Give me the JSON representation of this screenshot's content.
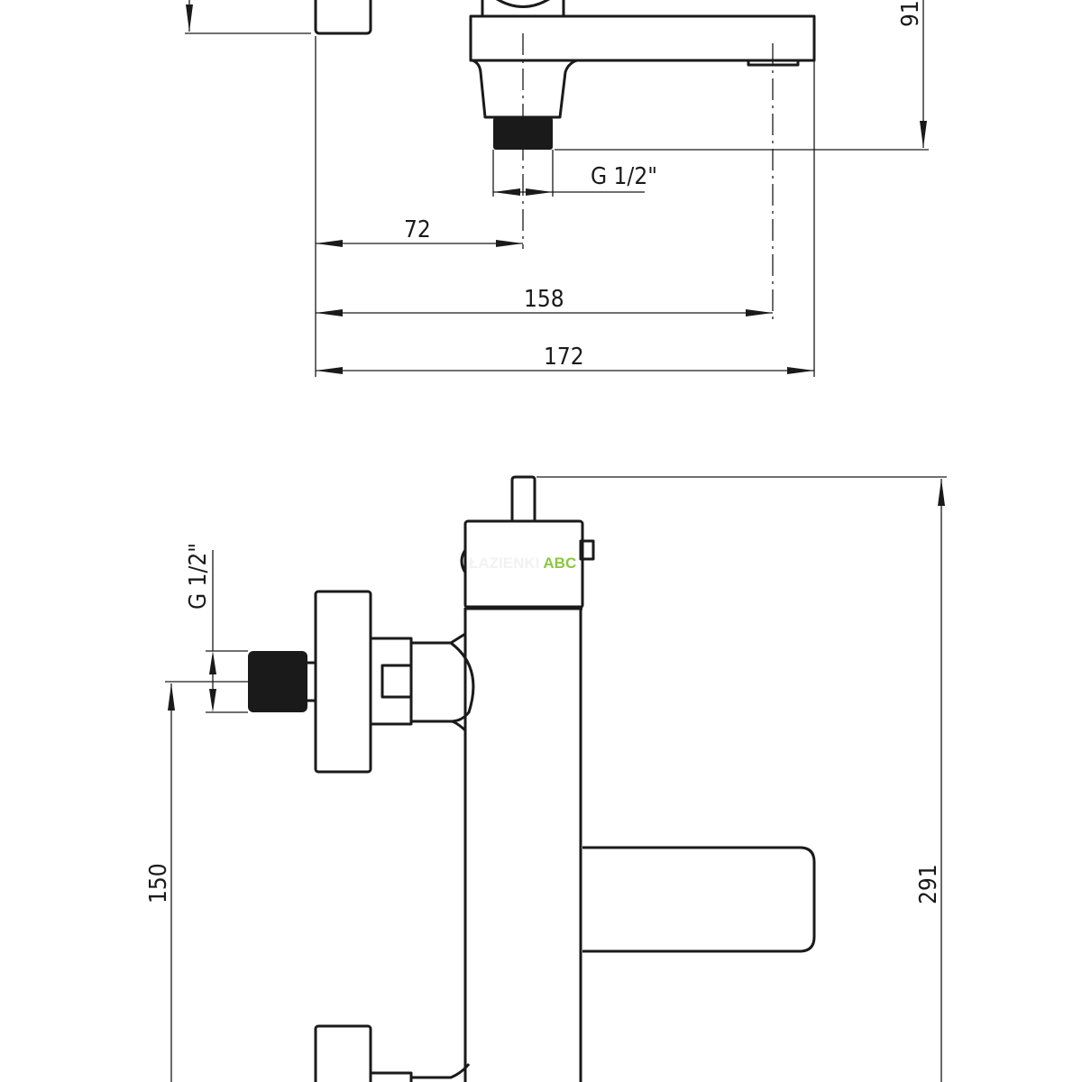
{
  "drawing": {
    "top_view": {
      "dim_height": "91",
      "dim_thread": "G 1/2\"",
      "dim_axis": "72",
      "dim_outlet": "158",
      "dim_total": "172"
    },
    "side_view": {
      "dim_thread": "G 1/2\"",
      "dim_axis_height": "150",
      "dim_total_height": "291"
    },
    "watermark": {
      "part1": "ŁAZIENKI",
      "part2": "ABC",
      "color": "#8cc63f"
    }
  }
}
